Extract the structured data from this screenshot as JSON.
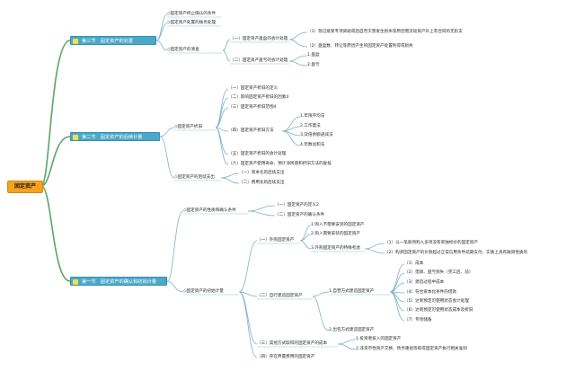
{
  "root": "固定资产",
  "sections": {
    "s3": "第三节　固定资产的处置",
    "s2": "第二节　固定资产的后续计量",
    "s1": "第一节　固定资产的确认和初始计量"
  },
  "s3": {
    "a": "◇固定资产终止确认的条件",
    "b": "◇固定资产处置的账务处理",
    "c": "◇固定资产的清查",
    "c1": "（一）固定资产盘盈的会计处理",
    "c1a": "（1）现已接受专项资助或因自然灾害发生损失等原因而流动资产升上有合同的无形支",
    "c1b": "（2）盘盈数，转让等原因产生的固定资产处置利得或损失",
    "c2": "（二）固定资产盘亏的会计处理",
    "c2a": "1.盘盈",
    "c2b": "2.盘亏"
  },
  "s2": {
    "dep": "◇固定资产折旧",
    "d1": "（一）固定资产折旧的定义",
    "d2": "（二）影响固定资产折旧的因素4",
    "d3": "（三）固定资产折旧范围4",
    "d4": "（四）固定资产折旧方法",
    "m1": "1.年限平均法",
    "m2": "2.工作量法",
    "m3": "3.双倍余额递减法",
    "m4": "4.年数总和法",
    "d5": "（五）固定资产折旧的会计处理",
    "d6": "（六）固定资产使用寿命、预计净残值和折旧方法的复核",
    "later": "◇固定资产的后续支出",
    "l1": "（一）资本化的后续支出",
    "l2": "（二）费用化的后续支出"
  },
  "s1": {
    "cond": "◇固定资产的性质和确认条件",
    "k1": "（一）固定资产的定义2",
    "k2": "（二）固定资产的确认条件",
    "init": "◇固定资产的初始计量",
    "p1": "（一）外购固定资产",
    "p1a": "1.购入不需要安装的固定资产",
    "p1b": "2.购入需要安装的固定资产",
    "p1c": "3.外购固定资产的特殊考虑",
    "p1c1": "（1）以一笔款项购入多项没有单独标价的固定资产",
    "p1c2": "（2）购买固定资产的价款超过正常信用条件延期支付，实质上具有融资性质的",
    "p2": "（二）自行建造固定资产",
    "p2a": "1.自营方式建造固定资产",
    "p2a1": "（1）成本",
    "p2a2": "（2）借款、盘亏损失（完工后、前）",
    "p2a3": "（3）建造过程中成本",
    "p2a4": "（4）符合资本化条件的借款",
    "p2a5": "（5）达到预定可使用状态会计处理",
    "p2a6": "（6）达到预定可使用状态成本及折旧",
    "p2a7": "（7）专项储备",
    "p2b": "2.出包方式建造固定资产",
    "p3": "（三）其他方式取得的固定资产的成本",
    "p3a": "1.投资者投入的固定资产",
    "p3b": "2.非货币性资产交换、债务重组等取得固定资产执行相关准则",
    "p4": "（四）存在弃置费用的固定资产"
  }
}
